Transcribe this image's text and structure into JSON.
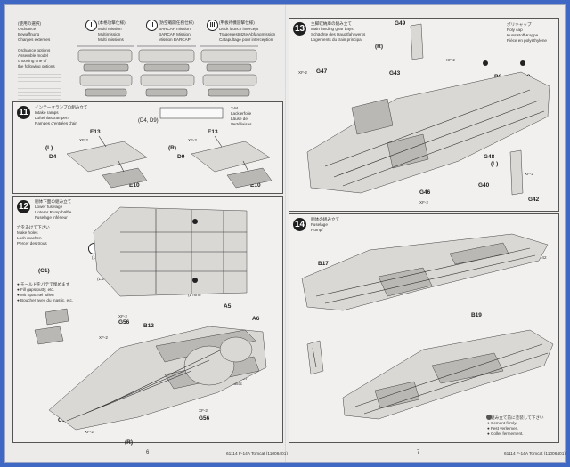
{
  "top_left": {
    "legend": [
      "(使用の選択)",
      "Ordnance",
      "Bewaffnung",
      "Charges externes"
    ],
    "legend_notes": [
      "Ordnance options",
      "Assemble model",
      "choosing one of",
      "the following options"
    ],
    "options": [
      {
        "num": "I",
        "jp": "(本格攻撃仕様)",
        "labels": [
          "Multi mission",
          "Multimission",
          "Multi missions"
        ]
      },
      {
        "num": "II",
        "jp": "(防空戦闘任務仕様)",
        "labels": [
          "BARCAP mission",
          "BARCAP Mission",
          "Mission BARCAP"
        ]
      },
      {
        "num": "III",
        "jp": "(甲板待機迎撃仕様)",
        "labels": [
          "Deck launch intercept",
          "Trägergestützte Abfangmission",
          "Catapultage pour interception"
        ]
      }
    ]
  },
  "step11": {
    "number": "11",
    "jp": "インテークランプの組み立て",
    "titles": [
      "Intake ramps",
      "Lufteinlassrampen",
      "Rampes d'entrées d'air"
    ],
    "parts_list": "(D4, D9)",
    "marking": "T-M",
    "marking_notes": [
      "Lackierfolie",
      "Läuse de",
      "Vertéliaisas"
    ],
    "labels": {
      "e13a": "E13",
      "d4": "D4",
      "e10a": "E10",
      "d9": "D9",
      "e13b": "E13",
      "e10b": "E10",
      "left": "(L)",
      "right": "(R)",
      "xfa": "XF-2",
      "xfb": "XF-2"
    }
  },
  "step12": {
    "number": "12",
    "jp": "胴体下面の組み立て",
    "titles": [
      "Lower fuselage",
      "Unterer Rumpfhälfte",
      "Fuselage inférieur"
    ],
    "drill": [
      "穴をあけて下さい",
      "Make holes",
      "Loch machen",
      "Percer des trous"
    ],
    "opt_marks": [
      "I",
      "II"
    ],
    "dims": [
      "(1.2 mm)",
      "(1.2 mm)",
      "(1 mm)",
      "(1 mm)"
    ],
    "c1_label": "(C1)",
    "fill_note": [
      "● モールドをパテで埋めます",
      "● Fill gaps/putty, etc.",
      "● Mit Spachtel füllen",
      "● Boucher avec du mastic, etc."
    ],
    "fill_note2": [
      "● モールドをパテで埋めます",
      "● Fill gaps/putty, etc.",
      "● Mit Spachtel füllen, glätten",
      "● Boucher avec du mastic"
    ],
    "labels": {
      "g56a": "G56",
      "b12": "B12",
      "a5": "A5",
      "a6": "A6",
      "g56b": "G56",
      "c1": "C1",
      "xfa": "XF-2",
      "xfb": "XF-2",
      "xfc": "XF-2",
      "xfd": "XF-2"
    }
  },
  "step13": {
    "number": "13",
    "jp": "主脚収納庫の組み立て",
    "titles": [
      "Main landing gear bays",
      "Schächte des Hauptfahrwerks",
      "Logements du train principal"
    ],
    "cap_note": [
      "ポリキャップ",
      "Poly cap",
      "Kunststoff-Kappe",
      "Pièce en polyéthylène"
    ],
    "labels": {
      "g49": "G49",
      "g47": "G47",
      "r": "(R)",
      "l": "(L)",
      "g43": "G43",
      "b8a": "B8",
      "b8b": "B8",
      "g48": "G48",
      "g46": "G46",
      "g40": "G40",
      "g42": "G42",
      "xfa": "XF-2",
      "xfb": "XF-2",
      "xfc": "XF-2",
      "xfd": "XF-2"
    }
  },
  "step14": {
    "number": "14",
    "jp": "胴体の組み立て",
    "titles": [
      "Fuselage",
      "Rumpf"
    ],
    "labels": {
      "b17": "B17",
      "b19": "B19",
      "ts": "TS-42"
    },
    "note": [
      "● 組み立て前に塗装して下さい",
      "● Cement firmly.",
      "● Fest verleimen.",
      "● Coller fermement."
    ]
  },
  "footer": {
    "page_left": "6",
    "page_right": "7",
    "title_left": "61114 F-14A Tomcat (11006401)",
    "title_right": "61114 F-14A Tomcat (11006401)",
    "left_marker": "(R)"
  }
}
